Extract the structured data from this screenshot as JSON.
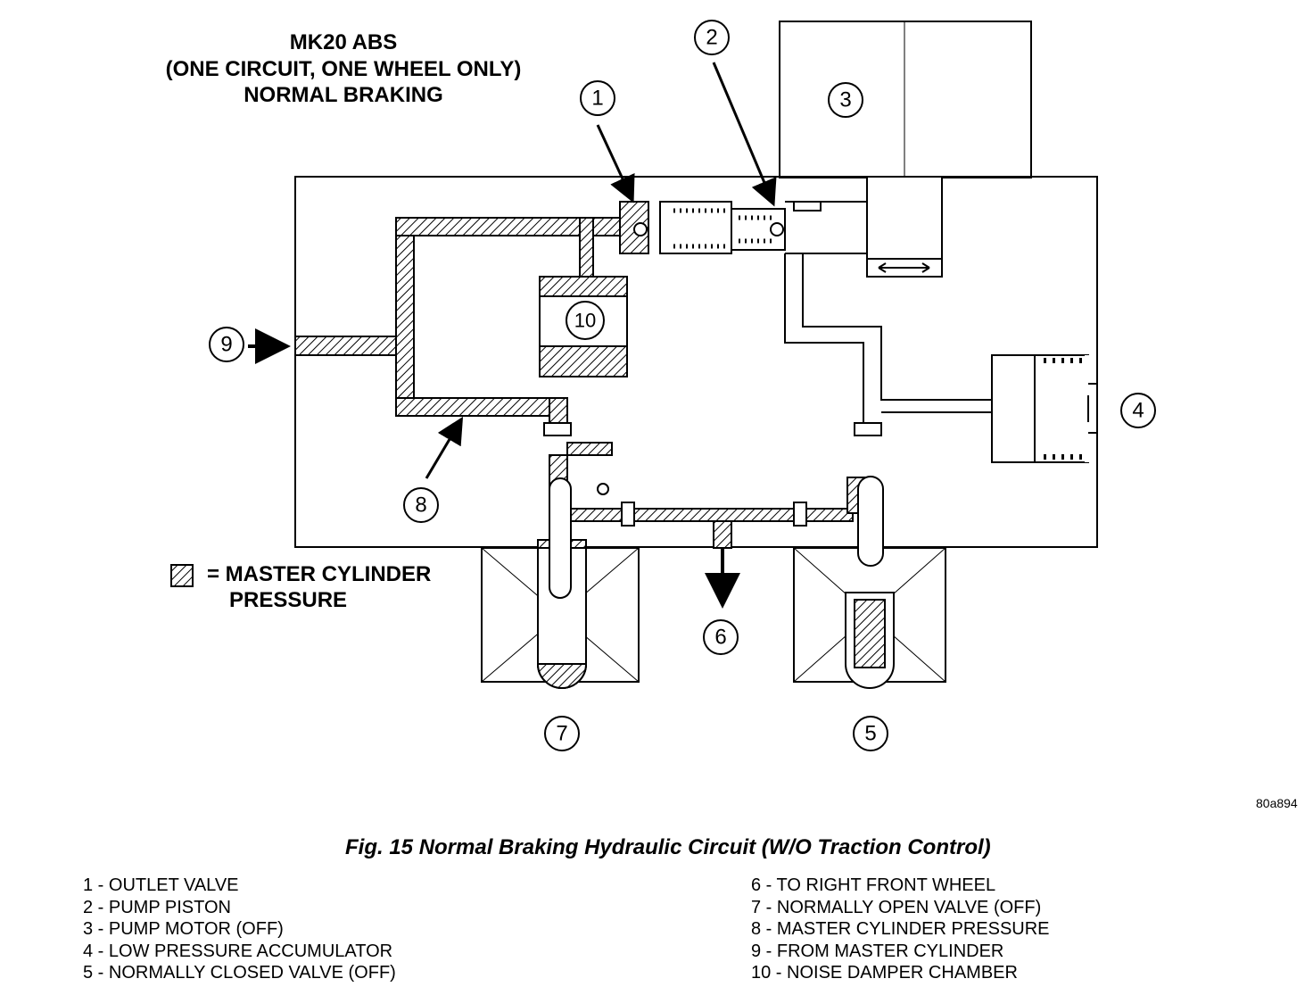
{
  "header": {
    "line1": "MK20 ABS",
    "line2": "(ONE CIRCUIT, ONE WHEEL ONLY)",
    "line3": "NORMAL BRAKING"
  },
  "legend": {
    "line1": "= MASTER CYLINDER",
    "line2": "PRESSURE"
  },
  "callouts": {
    "c1": "1",
    "c2": "2",
    "c3": "3",
    "c4": "4",
    "c5": "5",
    "c6": "6",
    "c7": "7",
    "c8": "8",
    "c9": "9",
    "c10": "10"
  },
  "figure_ref": "80a894",
  "caption": "Fig. 15 Normal Braking Hydraulic Circuit (W/O Traction Control)",
  "key": {
    "left": [
      "1 - OUTLET VALVE",
      "2 - PUMP PISTON",
      "3 - PUMP MOTOR (OFF)",
      "4 - LOW PRESSURE ACCUMULATOR",
      "5 - NORMALLY CLOSED VALVE (OFF)"
    ],
    "right": [
      "6 - TO RIGHT FRONT WHEEL",
      "7 - NORMALLY OPEN VALVE (OFF)",
      "8 - MASTER CYLINDER PRESSURE",
      "9 - FROM MASTER CYLINDER",
      "10 - NOISE DAMPER CHAMBER"
    ]
  }
}
